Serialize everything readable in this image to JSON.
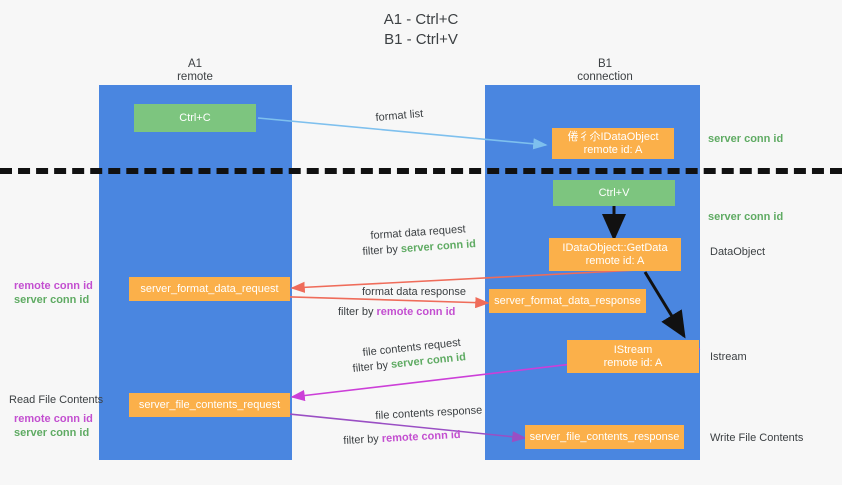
{
  "title_lines": [
    "A1 - Ctrl+C",
    "B1 - Ctrl+V"
  ],
  "columns": [
    {
      "name": "A1",
      "sub": "remote"
    },
    {
      "name": "B1",
      "sub": "connection"
    }
  ],
  "nodes": {
    "ctrl_c": "Ctrl+C",
    "ctrl_v": "Ctrl+V",
    "idataobject_title": "倦彳尒IDataObject",
    "idataobject_sub": "remote id: A",
    "getdata_title": "IDataObject::GetData",
    "getdata_sub": "remote id: A",
    "istream_title": "IStream",
    "istream_sub": "remote id: A",
    "server_format_data_request": "server_format_data_request",
    "server_format_data_response": "server_format_data_response",
    "server_file_contents_request": "server_file_contents_request",
    "server_file_contents_response": "server_file_contents_response"
  },
  "edge_labels": {
    "format_list": "format list",
    "format_data_request": "format data request",
    "format_data_request_filter_prefix": "filter by ",
    "format_data_request_filter_value": "server conn id",
    "format_data_response": "format data response",
    "format_data_response_filter_prefix": "filter by ",
    "format_data_response_filter_value": "remote conn id",
    "file_contents_request": "file contents request",
    "file_contents_request_filter_prefix": "filter by ",
    "file_contents_request_filter_value": "server conn id",
    "file_contents_response": "file contents response",
    "file_contents_response_filter_prefix": "filter by ",
    "file_contents_response_filter_value": "remote conn id"
  },
  "right_labels": {
    "server_conn_id_top": "server conn id",
    "server_conn_id_mid": "server conn id",
    "dataobject": "DataObject",
    "istream": "Istream",
    "write_file_contents": "Write File Contents"
  },
  "left_labels": {
    "remote_conn_id_1": "remote conn id",
    "server_conn_id_1": "server conn id",
    "read_file_contents": "Read File Contents",
    "remote_conn_id_2": "remote conn id",
    "server_conn_id_2": "server conn id"
  },
  "colors": {
    "lane": "#4a86e0",
    "node_orange": "#fbb04a",
    "node_green": "#7dc57f",
    "green_text": "#5fab63",
    "magenta_text": "#c34fd0",
    "arrow_blue": "#7ec0ee",
    "arrow_red": "#ef6c5a",
    "arrow_magenta": "#cc3fd8",
    "arrow_purple": "#9a4fc4",
    "arrow_black": "#111111",
    "background": "#f7f7f7"
  }
}
